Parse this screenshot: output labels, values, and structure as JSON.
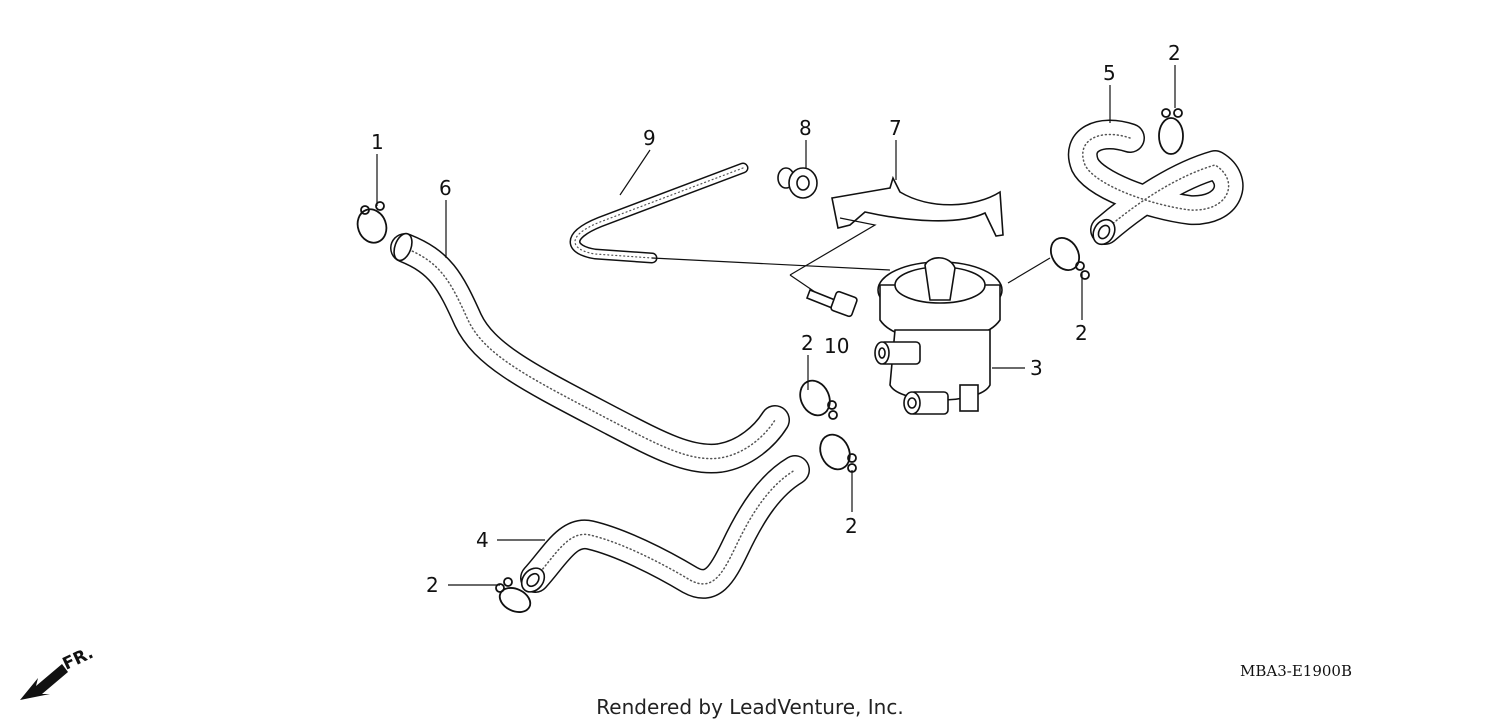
{
  "diagram": {
    "callouts": {
      "clamp_left": "1",
      "clamp_top_right": "2",
      "clamp_right": "2",
      "clamp_mid_upper": "2",
      "clamp_mid_lower": "2",
      "clamp_bottom_left": "2",
      "valve": "3",
      "hose_lower": "4",
      "hose_right": "5",
      "hose_long": "6",
      "bracket": "7",
      "grommet": "8",
      "tube": "9",
      "bolt": "10"
    },
    "front_indicator": "FR.",
    "diagram_code": "MBA3-E1900B",
    "render_credit": "Rendered by LeadVenture, Inc."
  }
}
